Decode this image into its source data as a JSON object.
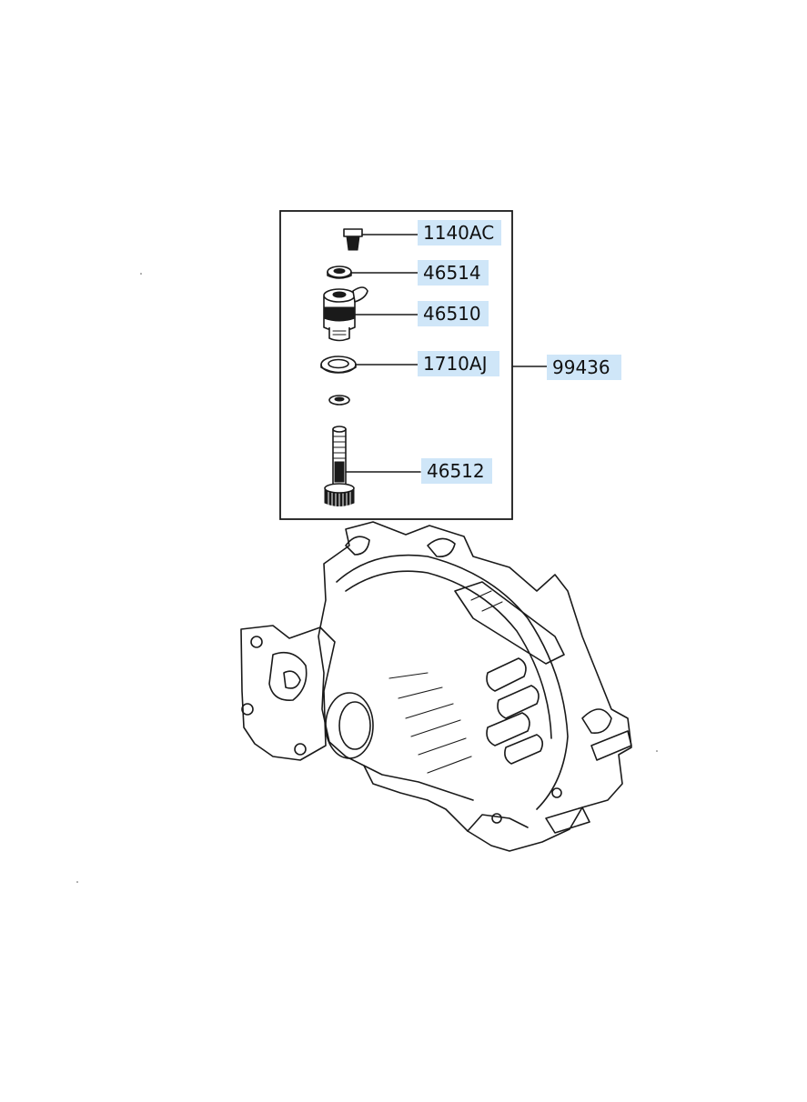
{
  "colors": {
    "label_highlight": "#cfe6f8",
    "line": "#1a1a1a",
    "background": "#ffffff"
  },
  "parts": {
    "p1140ac": "1140AC",
    "p46514": "46514",
    "p46510": "46510",
    "p1710aj": "1710AJ",
    "p46512": "46512",
    "p99436": "99436"
  }
}
